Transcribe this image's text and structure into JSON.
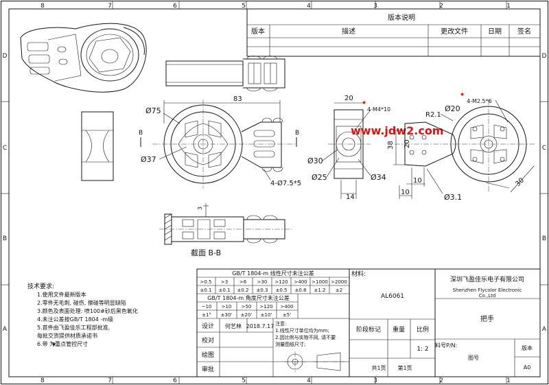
{
  "frame": {
    "columns": [
      "8",
      "7",
      "6",
      "5",
      "4",
      "3",
      "2",
      "1"
    ],
    "rows": [
      "D",
      "C",
      "B",
      "A"
    ]
  },
  "revision_table": {
    "title": "版本说明",
    "headers": [
      "版本",
      "描述",
      "更改文件",
      "日期",
      "签名"
    ]
  },
  "dimensions": {
    "d83": "83",
    "d75": "Ø75",
    "d37": "Ø37",
    "holes_left": "4-Ø7.5*5",
    "d20_top": "20",
    "m4": "4-M4*10",
    "d30": "Ø30",
    "d25": "Ø25",
    "d34": "Ø34",
    "d14": "14",
    "d38": "38",
    "d20_ring": "Ø20",
    "m25": "4-M2.5*6",
    "r21": "R2.1",
    "d20_v": "20",
    "d10a": "10",
    "d10b": "10",
    "d31": "Ø3.1",
    "d30_diag": "30",
    "d3": "3",
    "section_b1": "B",
    "section_b2": "B"
  },
  "section_label": "截面 B-B",
  "watermark": "www.jdw2.com",
  "tech_requirements": {
    "title": "技术要求:",
    "items": [
      "1.使用文件最新版本",
      "2.零件无毛刺, 碰伤, 擦碰等明显缺陷",
      "3.颜色及表面处理: 喷100#砂后黑色氧化",
      "4.未注公差按GB/T 1804 -m级",
      "5.首件由飞盈佳乐工程部批准,",
      "   每批交货提供材质承诺书",
      "6.带      为重点管控尺寸"
    ]
  },
  "linear_tolerance": {
    "title": "GB/T 1804-m 线性尺寸未注公差",
    "ranges": [
      ">0.5",
      ">3",
      ">6",
      ">30",
      ">120",
      ">400",
      ">1000",
      ">2000"
    ],
    "values": [
      "±0.1",
      "±0.1",
      "±0.2",
      "±0.3",
      "±0.5",
      "±0.8",
      "±1.2",
      "±2"
    ]
  },
  "angular_tolerance": {
    "title": "GB/T 1804-m 角度尺寸未注公差",
    "ranges": [
      "~10",
      ">10",
      ">50",
      ">120",
      ">400"
    ],
    "values": [
      "±1°",
      "±30'",
      "±20'",
      "±10'",
      "±5'"
    ]
  },
  "signoff": {
    "design_label": "设计",
    "designer": "何艺林",
    "date": "2018.7.17",
    "check_label": "校对",
    "draw_label": "绘图",
    "approve_label": "审批"
  },
  "notes": {
    "title": "注意:",
    "line1": "1.线性尺寸单位均为mm;",
    "line2": "2.因比例与实物不同, 请不要",
    "line3": "  测量图纸尺寸;"
  },
  "material": {
    "label": "材料:",
    "value": "AL6061"
  },
  "company": {
    "name_cn": "深圳飞盈佳乐电子有限公司",
    "name_en1": "Shenzhen Flycolor Electronic",
    "name_en2": "Co.,Ltd"
  },
  "part_name": "把手",
  "stage": {
    "mark_label": "阶段标记",
    "weight_label": "重量",
    "scale_label": "比例",
    "scale_value": "1: 2"
  },
  "sheet": {
    "total": "共1页",
    "current": "第1页"
  },
  "part_no_label": "料号P/N:",
  "drawing_no_label": "图号",
  "version_label": "版本",
  "version_value": "A0"
}
